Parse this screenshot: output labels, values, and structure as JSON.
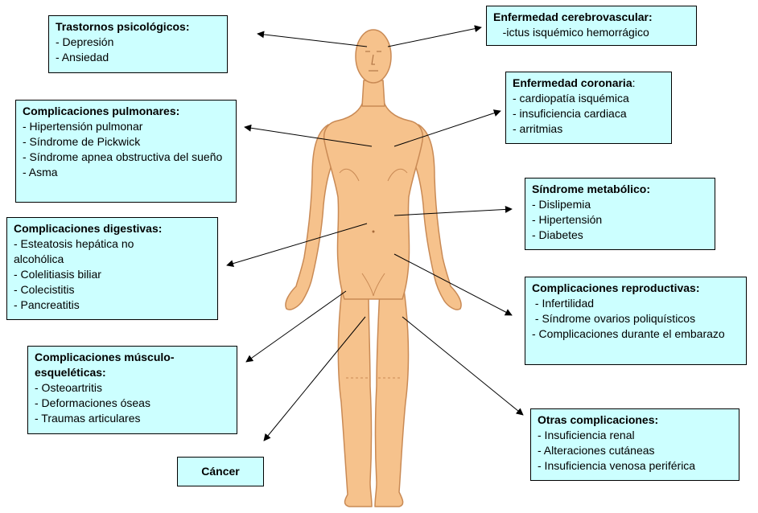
{
  "boxes": {
    "trastornos": {
      "title": "Trastornos psicológicos:",
      "items": [
        "- Depresión",
        "- Ansiedad"
      ]
    },
    "cerebro": {
      "title": "Enfermedad cerebrovascular:",
      "items": [
        "   -ictus isquémico hemorrágico"
      ]
    },
    "pulmonar": {
      "title": "Complicaciones pulmonares:",
      "items": [
        "- Hipertensión pulmonar",
        "- Síndrome de Pickwick",
        "- Síndrome apnea obstructiva del sueño",
        "- Asma"
      ]
    },
    "coronaria": {
      "title": "Enfermedad coronaria",
      "colon": ":",
      "items": [
        "- cardiopatía isquémica",
        "- insuficiencia cardiaca",
        "- arritmias"
      ]
    },
    "metabolico": {
      "title": "Síndrome metabólico:",
      "items": [
        "- Dislipemia",
        "- Hipertensión",
        "- Diabetes"
      ]
    },
    "digestivas": {
      "title": "Complicaciones digestivas:",
      "items": [
        "- Esteatosis hepática no alcohólica",
        "- Colelitiasis biliar",
        "- Colecistitis",
        "- Pancreatitis"
      ]
    },
    "reproductivas": {
      "title": "Complicaciones reproductivas:",
      "items": [
        " - Infertilidad",
        " - Síndrome ovarios poliquísticos",
        " - Complicaciones durante el embarazo"
      ]
    },
    "musculo": {
      "title": "Complicaciones músculo-esqueléticas:",
      "items": [
        "- Osteoartritis",
        "- Deformaciones óseas",
        "- Traumas articulares"
      ]
    },
    "otras": {
      "title": "Otras complicaciones:",
      "items": [
        "- Insuficiencia renal",
        "- Alteraciones cutáneas",
        "- Insuficiencia venosa periférica"
      ]
    },
    "cancer": {
      "title": "Cáncer"
    }
  },
  "colors": {
    "box_fill": "#ccffff",
    "skin": "#f6c28c",
    "skin_outline": "#c98a55",
    "arrow": "#000000"
  }
}
